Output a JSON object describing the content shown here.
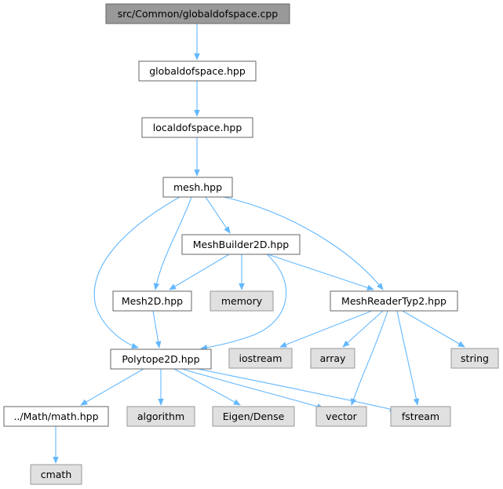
{
  "colors": {
    "root_fill": "#999999",
    "root_stroke": "#666666",
    "file_fill": "#ffffff",
    "file_stroke": "#666666",
    "system_fill": "#e0e0e0",
    "system_stroke": "#999999",
    "edge": "#63b8ff"
  },
  "nodes": [
    {
      "id": "root",
      "label": "src/Common/globaldofspace.cpp",
      "kind": "root"
    },
    {
      "id": "globaldofspace_hpp",
      "label": "globaldofspace.hpp",
      "kind": "file"
    },
    {
      "id": "localdofspace_hpp",
      "label": "localdofspace.hpp",
      "kind": "file"
    },
    {
      "id": "mesh_hpp",
      "label": "mesh.hpp",
      "kind": "file"
    },
    {
      "id": "meshbuilder2d_hpp",
      "label": "MeshBuilder2D.hpp",
      "kind": "file"
    },
    {
      "id": "mesh2d_hpp",
      "label": "Mesh2D.hpp",
      "kind": "file"
    },
    {
      "id": "memory",
      "label": "memory",
      "kind": "system"
    },
    {
      "id": "meshreadertyp2_hpp",
      "label": "MeshReaderTyp2.hpp",
      "kind": "file"
    },
    {
      "id": "polytope2d_hpp",
      "label": "Polytope2D.hpp",
      "kind": "file"
    },
    {
      "id": "iostream",
      "label": "iostream",
      "kind": "system"
    },
    {
      "id": "array",
      "label": "array",
      "kind": "system"
    },
    {
      "id": "string",
      "label": "string",
      "kind": "system"
    },
    {
      "id": "math_hpp",
      "label": "../Math/math.hpp",
      "kind": "file"
    },
    {
      "id": "algorithm",
      "label": "algorithm",
      "kind": "system"
    },
    {
      "id": "eigen_dense",
      "label": "Eigen/Dense",
      "kind": "system"
    },
    {
      "id": "vector",
      "label": "vector",
      "kind": "system"
    },
    {
      "id": "fstream",
      "label": "fstream",
      "kind": "system"
    },
    {
      "id": "cmath",
      "label": "cmath",
      "kind": "system"
    }
  ],
  "edges": [
    {
      "from": "root",
      "to": "globaldofspace_hpp"
    },
    {
      "from": "globaldofspace_hpp",
      "to": "localdofspace_hpp"
    },
    {
      "from": "localdofspace_hpp",
      "to": "mesh_hpp"
    },
    {
      "from": "mesh_hpp",
      "to": "meshbuilder2d_hpp"
    },
    {
      "from": "mesh_hpp",
      "to": "mesh2d_hpp"
    },
    {
      "from": "mesh_hpp",
      "to": "polytope2d_hpp"
    },
    {
      "from": "mesh_hpp",
      "to": "meshreadertyp2_hpp"
    },
    {
      "from": "meshbuilder2d_hpp",
      "to": "mesh2d_hpp"
    },
    {
      "from": "meshbuilder2d_hpp",
      "to": "memory"
    },
    {
      "from": "meshbuilder2d_hpp",
      "to": "meshreadertyp2_hpp"
    },
    {
      "from": "meshbuilder2d_hpp",
      "to": "polytope2d_hpp"
    },
    {
      "from": "mesh2d_hpp",
      "to": "polytope2d_hpp"
    },
    {
      "from": "meshreadertyp2_hpp",
      "to": "iostream"
    },
    {
      "from": "meshreadertyp2_hpp",
      "to": "array"
    },
    {
      "from": "meshreadertyp2_hpp",
      "to": "string"
    },
    {
      "from": "meshreadertyp2_hpp",
      "to": "vector"
    },
    {
      "from": "meshreadertyp2_hpp",
      "to": "fstream"
    },
    {
      "from": "polytope2d_hpp",
      "to": "math_hpp"
    },
    {
      "from": "polytope2d_hpp",
      "to": "algorithm"
    },
    {
      "from": "polytope2d_hpp",
      "to": "eigen_dense"
    },
    {
      "from": "polytope2d_hpp",
      "to": "vector"
    },
    {
      "from": "polytope2d_hpp",
      "to": "fstream"
    },
    {
      "from": "math_hpp",
      "to": "cmath"
    }
  ]
}
